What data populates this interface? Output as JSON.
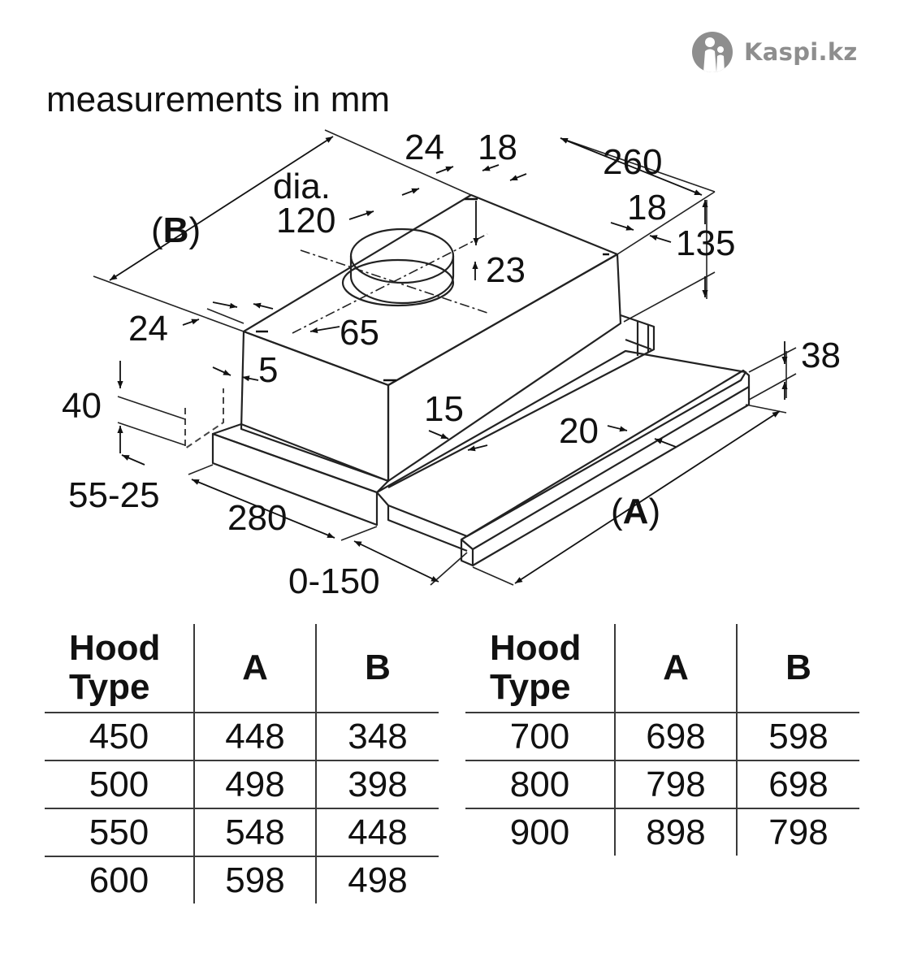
{
  "watermark": {
    "brand_text": "Kaspi.kz"
  },
  "heading": "measurements in mm",
  "diagram": {
    "labels": {
      "d24_top": "24",
      "d18_top": "18",
      "d260": "260",
      "dia": "dia.",
      "d120": "120",
      "b_open": "(",
      "b_letter": "B",
      "b_close": ")",
      "d18_right": "18",
      "d135": "135",
      "d23": "23",
      "d24_left": "24",
      "d65": "65",
      "d5": "5",
      "d38": "38",
      "d40": "40",
      "d15": "15",
      "d20": "20",
      "d55_25": "55-25",
      "d280": "280",
      "a_open": "(",
      "a_letter": "A",
      "a_close": ")",
      "d0_150": "0-150"
    }
  },
  "tables": [
    {
      "headers": [
        "Hood\nType",
        "A",
        "B"
      ],
      "rows": [
        [
          "450",
          "448",
          "348"
        ],
        [
          "500",
          "498",
          "398"
        ],
        [
          "550",
          "548",
          "448"
        ],
        [
          "600",
          "598",
          "498"
        ]
      ]
    },
    {
      "headers": [
        "Hood\nType",
        "A",
        "B"
      ],
      "rows": [
        [
          "700",
          "698",
          "598"
        ],
        [
          "800",
          "798",
          "698"
        ],
        [
          "900",
          "898",
          "798"
        ]
      ]
    }
  ]
}
